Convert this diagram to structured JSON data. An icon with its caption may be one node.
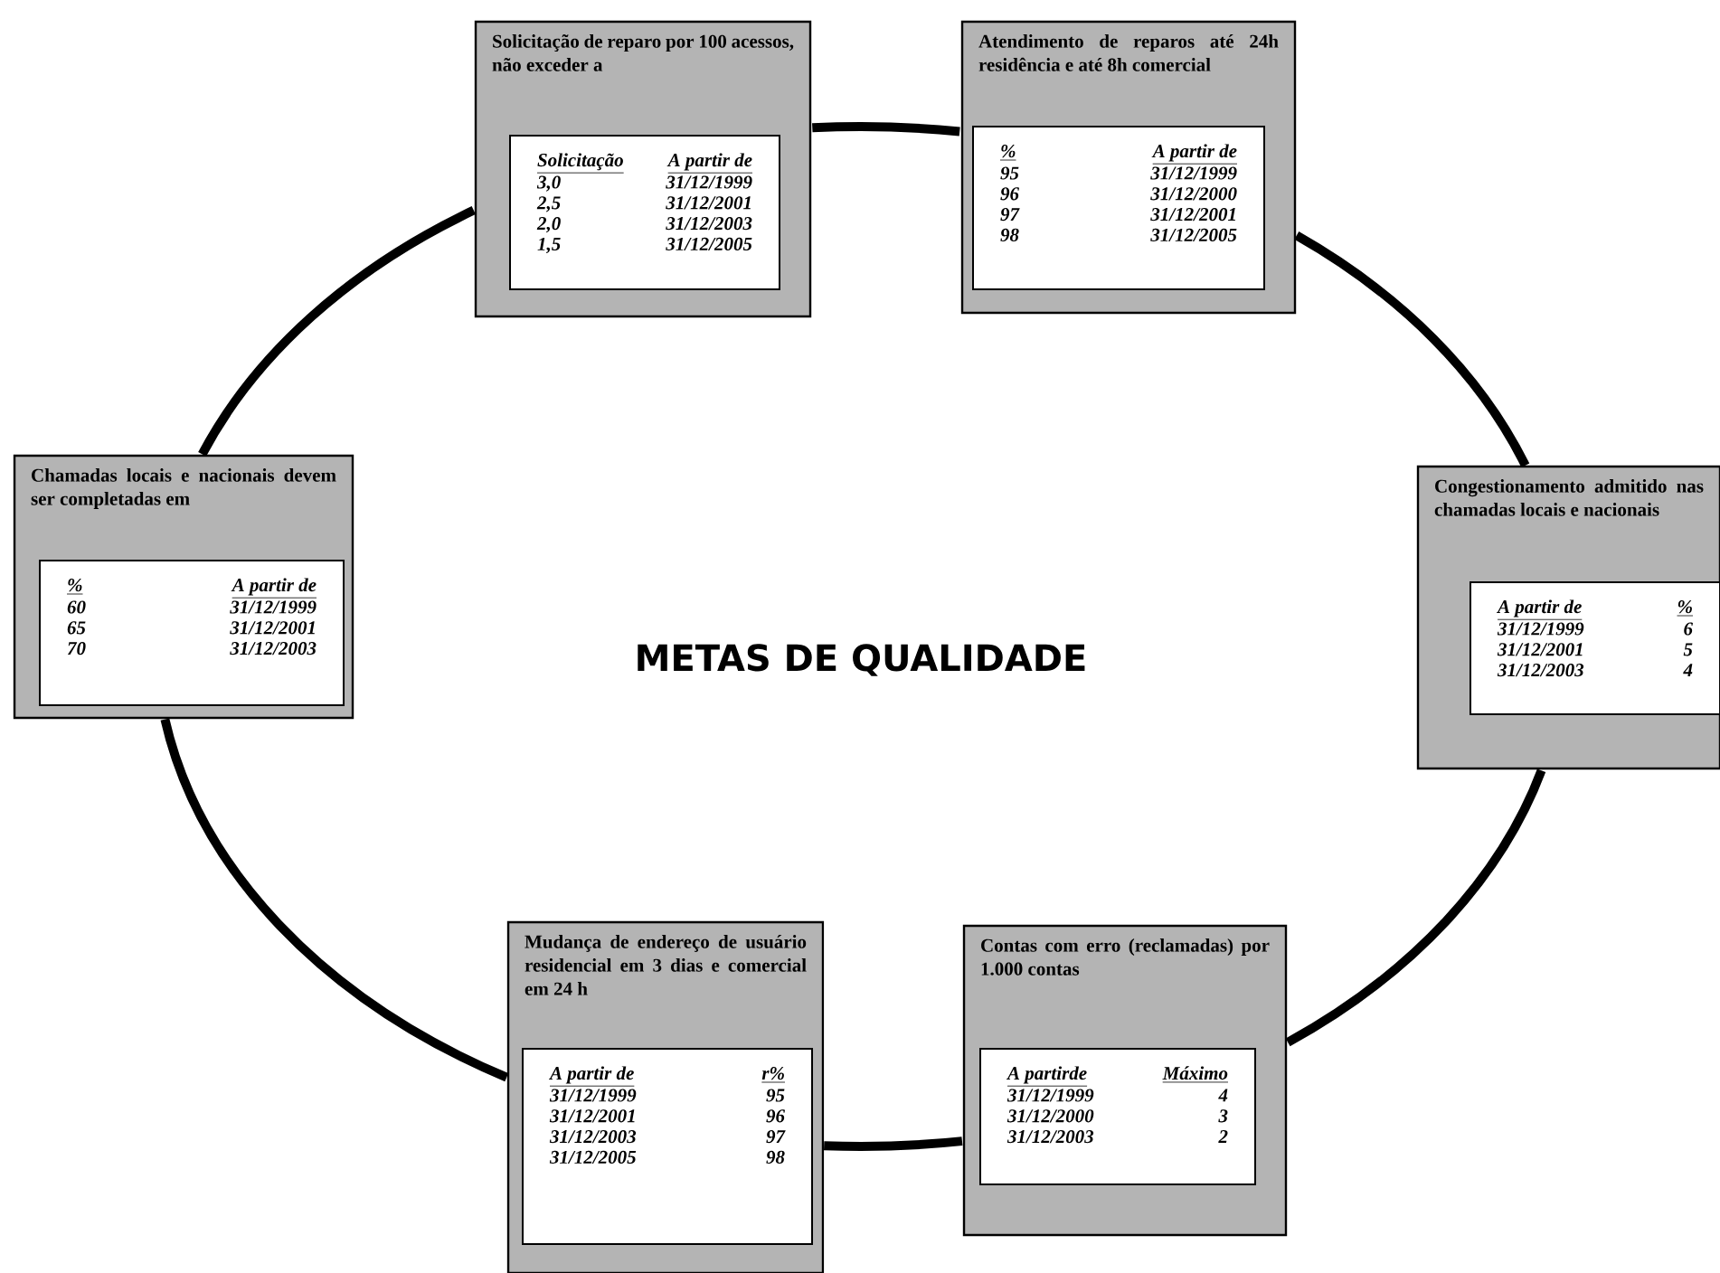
{
  "diagram": {
    "title": "METAS DE QUALIDADE",
    "nodes": [
      {
        "text": [
          "Solicitação de reparo por 100 acessos, não exceder a"
        ]
      },
      {
        "text": [
          "Solicitação",
          "A partir de",
          "3,0",
          "31/12/1999",
          "2,5",
          "31/12/2001",
          "2,0",
          "31/12/2003",
          "1,5",
          "31/12/2005"
        ],
        "in": 0
      },
      {
        "text": [
          "Atendimento de reparos até 24h residência e até 8h comercial"
        ]
      },
      {
        "text": [
          "%",
          "A partir de",
          "95",
          "31/12/1999",
          "96",
          "31/12/2000",
          "97",
          "31/12/2001",
          "98",
          "31/12/2005"
        ],
        "in": 2
      },
      {
        "text": [
          "Congestionamento admitido nas chamadas locais e nacionais"
        ]
      },
      {
        "text": [
          "A partir de",
          "%",
          "31/12/1999",
          "6",
          "31/12/2001",
          "5",
          "31/12/2003",
          "4"
        ],
        "in": 4
      },
      {
        "text": [
          "Contas com erro (reclamadas) por 1.000 contas"
        ]
      },
      {
        "text": [
          "A partirde",
          "Máximo",
          "31/12/1999",
          "4",
          "31/12/2000",
          "3",
          "31/12/2003",
          "2"
        ],
        "in": 6
      },
      {
        "text": [
          "Mudança de endereço de usuário residencial em 3 dias e comercial em 24 h"
        ]
      },
      {
        "text": [
          "A partir de",
          "r%",
          "31/12/1999",
          "95",
          "31/12/2001",
          "96",
          "31/12/2003",
          "97",
          "31/12/2005",
          "98"
        ],
        "in": 8
      },
      {
        "text": [
          "Chamadas locais e nacionais devem ser completadas em"
        ]
      },
      {
        "text": [
          "%",
          "A partir de",
          "60",
          "31/12/1999",
          "65",
          "31/12/2001",
          "70",
          "31/12/2003"
        ],
        "in": 10
      }
    ],
    "edges": [
      {
        "from": 0,
        "to": 2,
        "arrow": "none"
      },
      {
        "from": 2,
        "to": 4,
        "arrow": "none"
      },
      {
        "from": 4,
        "to": 6,
        "arrow": "none"
      },
      {
        "from": 6,
        "to": 8,
        "arrow": "none"
      },
      {
        "from": 8,
        "to": 10,
        "arrow": "none"
      },
      {
        "from": 10,
        "to": 0,
        "arrow": "none"
      }
    ]
  }
}
